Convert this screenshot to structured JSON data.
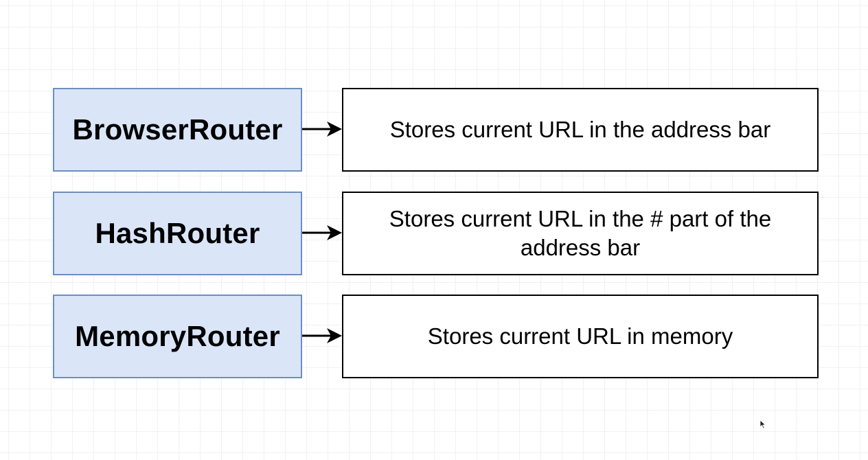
{
  "diagram": {
    "rows": [
      {
        "router": "BrowserRouter",
        "description": "Stores current URL in the address bar"
      },
      {
        "router": "HashRouter",
        "description": "Stores current URL in the # part of the address bar"
      },
      {
        "router": "MemoryRouter",
        "description": "Stores current URL in memory"
      }
    ]
  },
  "colors": {
    "router_fill": "#dae5f8",
    "router_border": "#6c8ebf",
    "description_border": "#000000",
    "grid": "#f1f1f1"
  },
  "icons": {
    "connector": "arrow-right-icon",
    "pointer": "mouse-pointer-icon"
  }
}
